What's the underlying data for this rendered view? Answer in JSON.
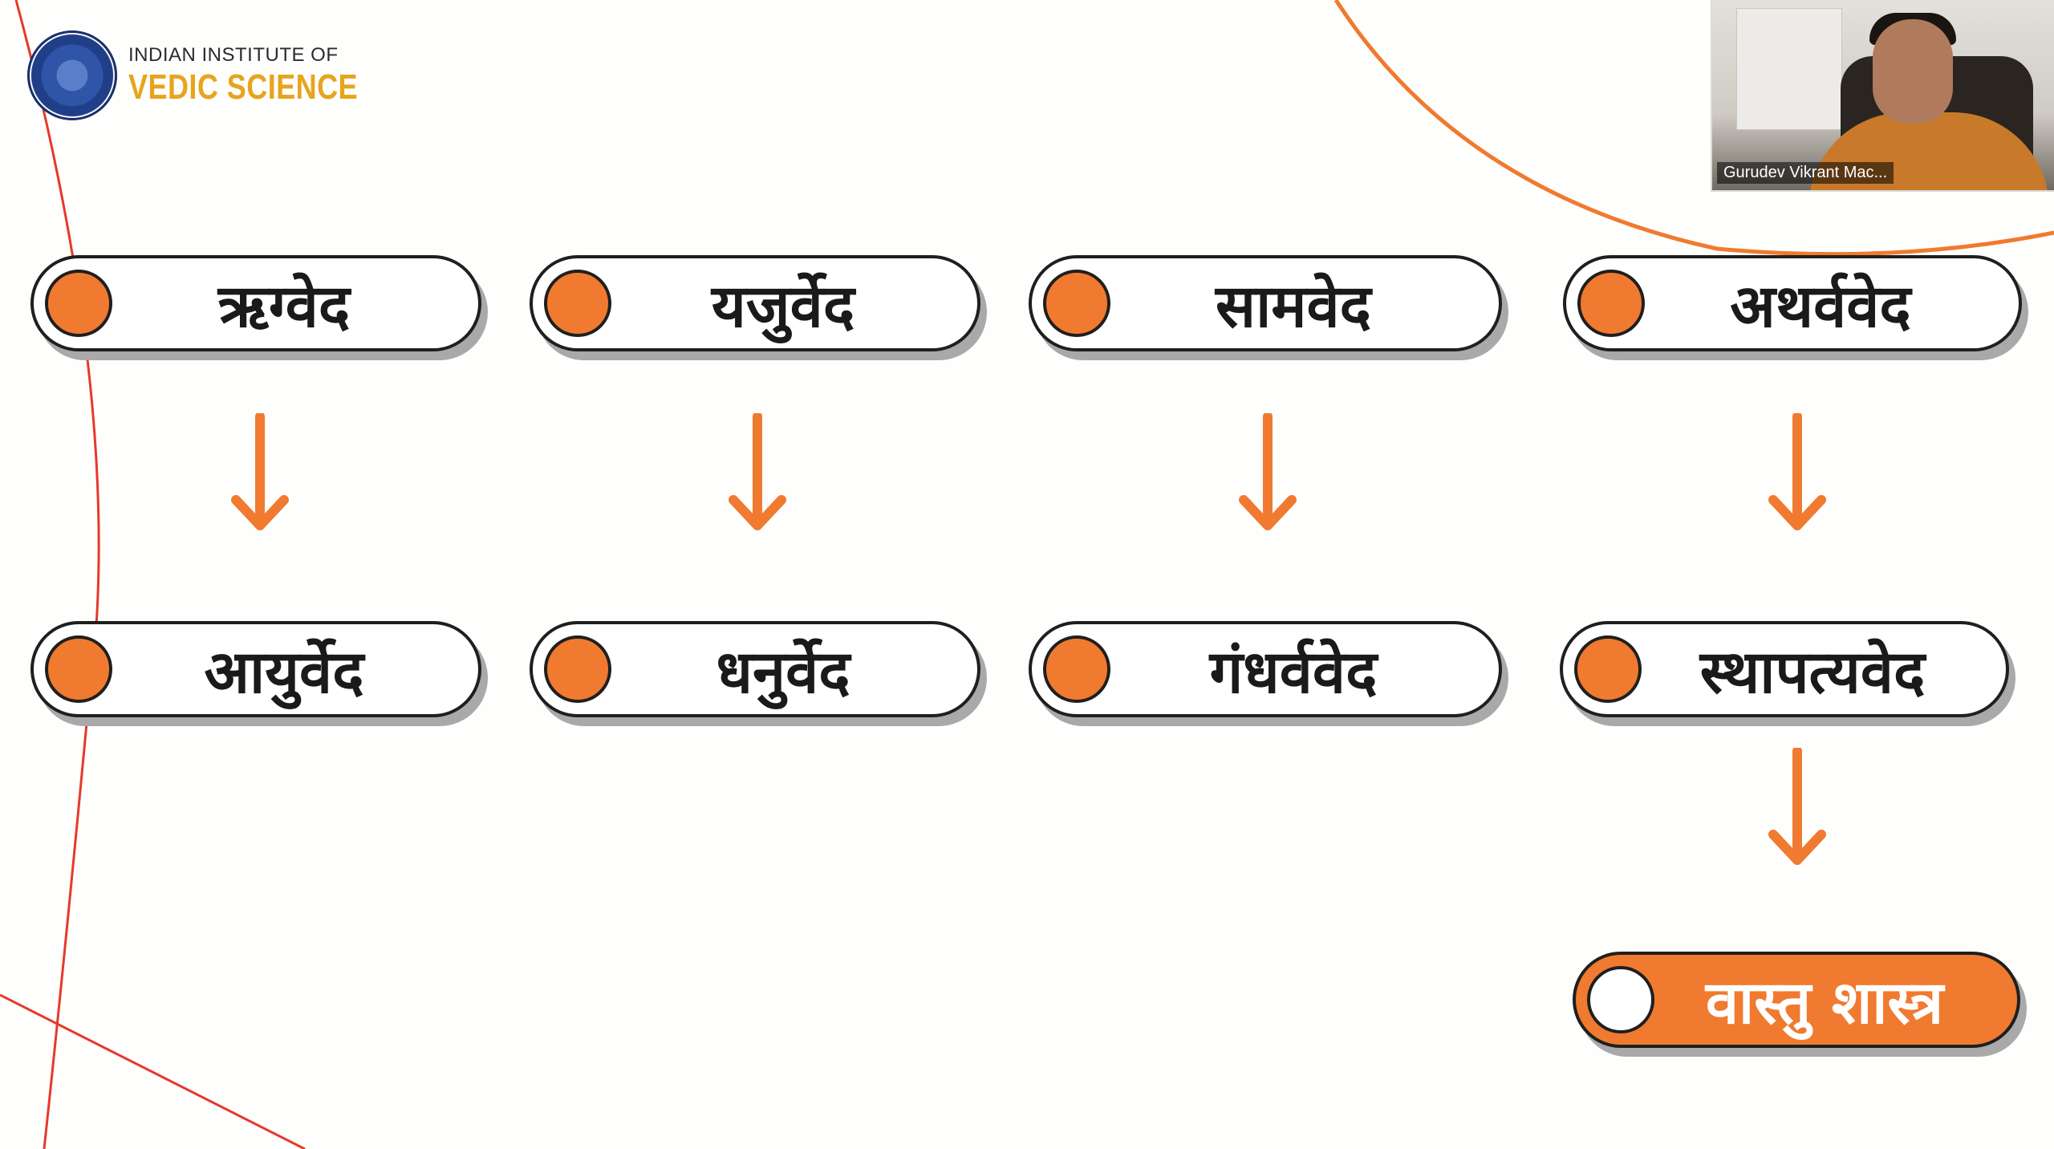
{
  "logo": {
    "line1": "INDIAN INSTITUTE OF",
    "line2": "VEDIC SCIENCE"
  },
  "colors": {
    "accent": "#f07a2f",
    "decor_line": "#e5392a",
    "outline": "#1f1f1f",
    "shadow": "#a9a9a9",
    "logo_gold": "#e7a41d"
  },
  "video": {
    "participant_name": "Gurudev Vikrant Mac..."
  },
  "vedas": [
    {
      "label": "ऋग्वेद"
    },
    {
      "label": "यजुर्वेद"
    },
    {
      "label": "सामवेद"
    },
    {
      "label": "अथर्ववेद"
    }
  ],
  "upavedas": [
    {
      "label": "आयुर्वेद"
    },
    {
      "label": "धनुर्वेद"
    },
    {
      "label": "गंधर्ववेद"
    },
    {
      "label": "स्थापत्यवेद"
    }
  ],
  "result": {
    "label": "वास्तु शास्त्र"
  }
}
